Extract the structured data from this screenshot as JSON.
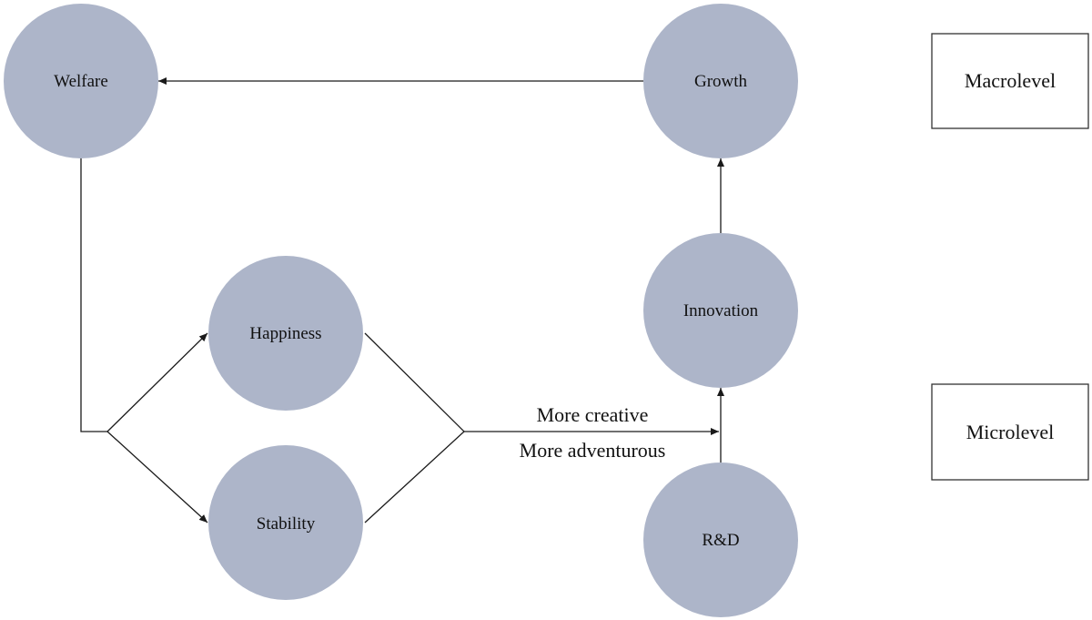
{
  "nodes": {
    "welfare": "Welfare",
    "growth": "Growth",
    "happiness": "Happiness",
    "stability": "Stability",
    "innovation": "Innovation",
    "rnd": "R&D"
  },
  "levels": {
    "macro": "Macrolevel",
    "micro": "Microlevel"
  },
  "edge_labels": {
    "creative": "More creative",
    "adventurous": "More adventurous"
  },
  "colors": {
    "node_fill": "#adb5c9",
    "line": "#1a1a1a"
  }
}
